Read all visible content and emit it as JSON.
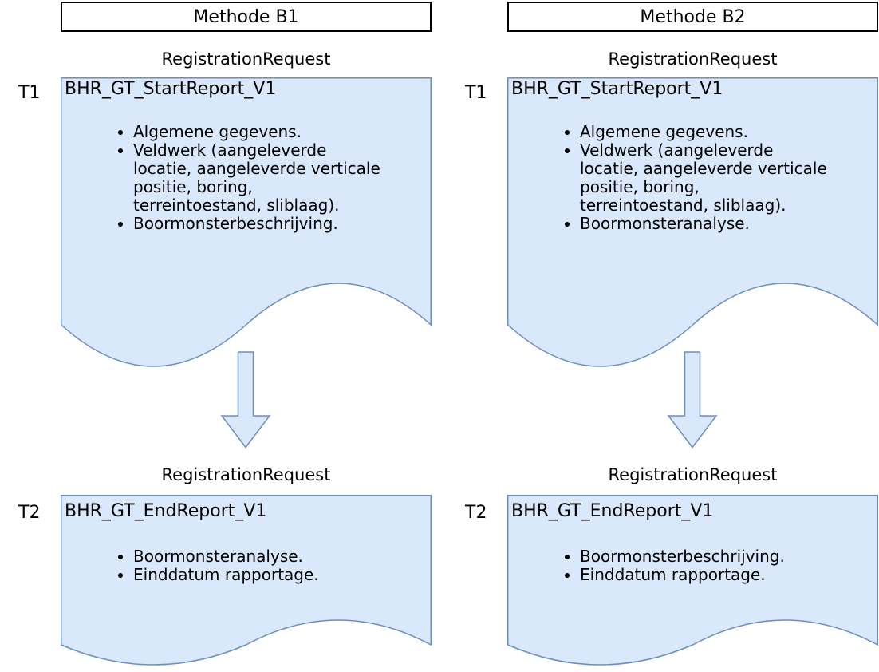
{
  "columns": [
    {
      "header": "Methode B1",
      "t1": {
        "label": "T1",
        "request_label": "RegistrationRequest",
        "document_title": "BHR_GT_StartReport_V1",
        "bullets": [
          "Algemene gegevens.",
          "Veldwerk (aangeleverde\nlocatie, aangeleverde verticale\npositie, boring,\nterreintoestand, sliblaag).",
          "Boormonsterbeschrijving."
        ]
      },
      "t2": {
        "label": "T2",
        "request_label": "RegistrationRequest",
        "document_title": "BHR_GT_EndReport_V1",
        "bullets": [
          "Boormonsteranalyse.",
          "Einddatum rapportage."
        ]
      }
    },
    {
      "header": "Methode B2",
      "t1": {
        "label": "T1",
        "request_label": "RegistrationRequest",
        "document_title": "BHR_GT_StartReport_V1",
        "bullets": [
          "Algemene gegevens.",
          "Veldwerk (aangeleverde\nlocatie, aangeleverde verticale\npositie, boring,\nterreintoestand, sliblaag).",
          "Boormonsteranalyse."
        ]
      },
      "t2": {
        "label": "T2",
        "request_label": "RegistrationRequest",
        "document_title": "BHR_GT_EndReport_V1",
        "bullets": [
          "Boormonsterbeschrijving.",
          "Einddatum rapportage."
        ]
      }
    }
  ],
  "colors": {
    "document_fill": "#dae8fc",
    "document_stroke": "#6c8ebf",
    "header_border": "#000000",
    "text": "#000000"
  }
}
